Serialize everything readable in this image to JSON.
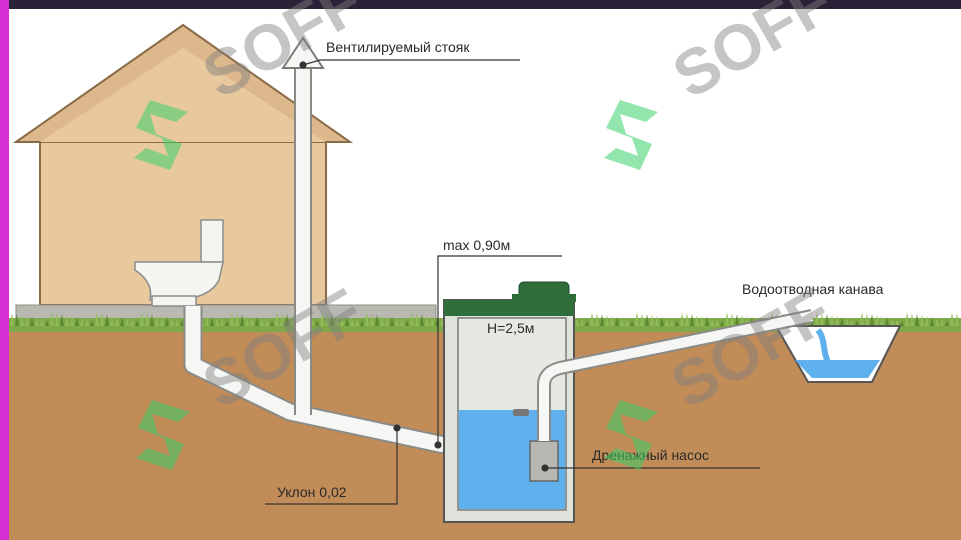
{
  "labels": {
    "vent_riser": "Вентилируемый стояк",
    "max_depth": "max 0,90м",
    "height": "H=2,5м",
    "drainage_ditch": "Водоотводная канава",
    "drain_pump": "Дренажный насос",
    "slope": "Уклон 0,02"
  },
  "watermark": {
    "text": "SOFF"
  },
  "colors": {
    "house_wall": "#e8c99d",
    "soil": "#c28c58",
    "grass": "#6e9a3c",
    "water": "#5fb1ee",
    "pipe": "#f6f7f4",
    "tank": "#dfe3dc",
    "tank_lid": "#2f6e3b",
    "watermark_mark": "#39d06a"
  }
}
